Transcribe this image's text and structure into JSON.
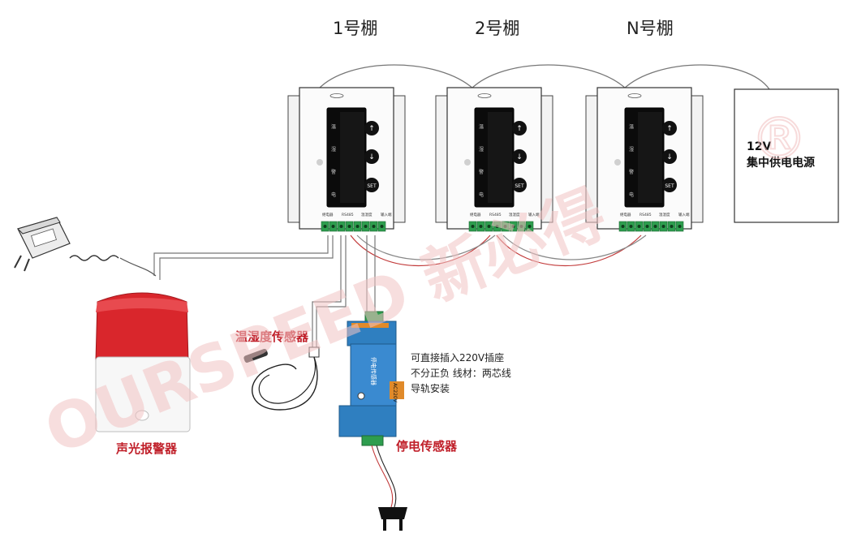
{
  "colors": {
    "wire": "#666666",
    "wire_red": "#c23b3b",
    "label_red": "#c0202a",
    "watermark": "#f2c4c4",
    "terminal_green": "#2e9d4e",
    "sensor_body": "#2f7fc0",
    "alarm_red": "#d9262c"
  },
  "greenhouses": [
    {
      "label": "1号棚"
    },
    {
      "label": "2号棚"
    },
    {
      "label": "N号棚"
    }
  ],
  "controller": {
    "terminal_labels": [
      "继电器",
      "RS485",
      "温湿度",
      "输入端"
    ],
    "indicator_labels": [
      "温",
      "湿",
      "警",
      "电"
    ],
    "button_labels": [
      "↑",
      "↓",
      "SET"
    ]
  },
  "power_supply": {
    "voltage": "12V",
    "label": "集中供电电源"
  },
  "alarm": {
    "label": "声光报警器"
  },
  "th_sensor": {
    "label": "温湿度传感器"
  },
  "power_failure_sensor": {
    "label": "停电传感器",
    "front_text": "停电传感器",
    "rating": "AC220V"
  },
  "notes": [
    "可直接插入220V插座",
    "不分正负   线材：两芯线",
    "导轨安装"
  ],
  "watermark": {
    "text": "OURSPEED 新必得",
    "registered": "®"
  }
}
